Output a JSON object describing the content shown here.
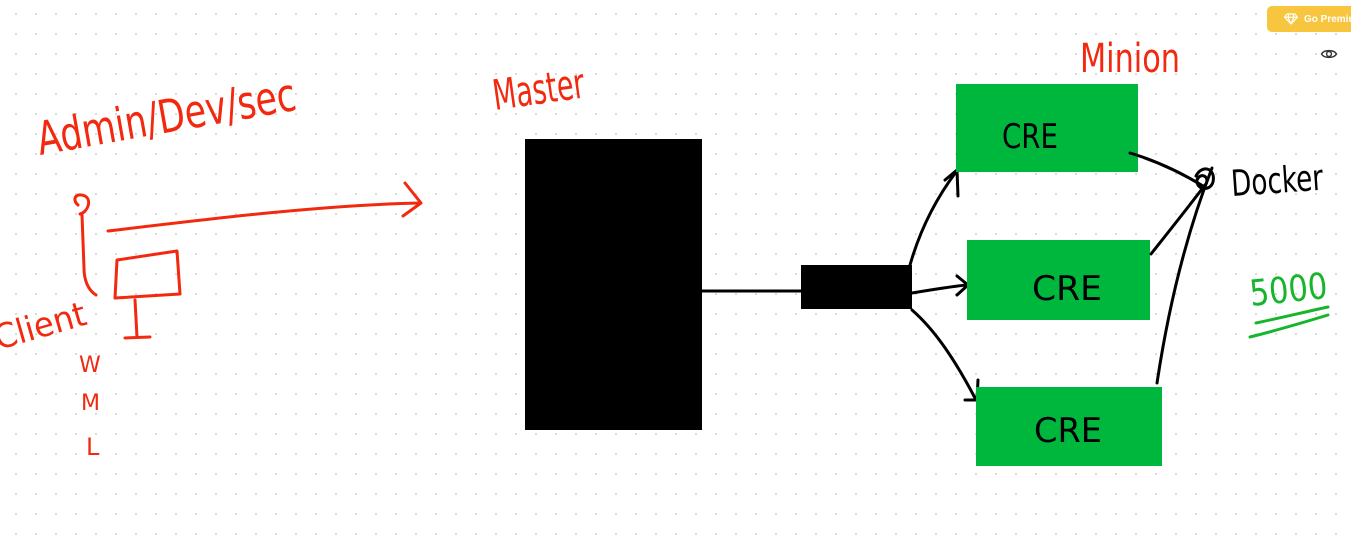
{
  "toolbar": {
    "premium_label": "Go Premium",
    "premium_icon": "diamond-icon",
    "view_icon": "eye-icon"
  },
  "board": {
    "title_left": "Admin/Dev/sec",
    "client_label": "Client",
    "sizes": [
      "W",
      "M",
      "L"
    ],
    "master_label": "Master",
    "minion_label": "Minion",
    "cre_boxes": [
      "CRE",
      "CRE",
      "CRE"
    ],
    "docker_label": "Docker",
    "number_note": "5000"
  },
  "colors": {
    "ink_red": "#f2290f",
    "ink_black": "#000000",
    "box_green": "#00b73e",
    "ink_green": "#16b52c",
    "premium_yellow": "#f7c53e"
  }
}
